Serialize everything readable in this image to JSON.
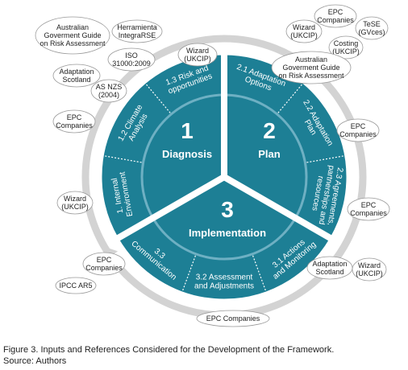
{
  "colors": {
    "fill": "#1d7f95",
    "ring": "#d3d3d3",
    "inner_circle": "#6eb0c3",
    "text": "#ffffff",
    "bubble_stroke": "#999999",
    "bubble_text": "#222222"
  },
  "phases": [
    {
      "number": "1",
      "label": "Diagnosis"
    },
    {
      "number": "2",
      "label": "Plan"
    },
    {
      "number": "3",
      "label": "Implementation"
    }
  ],
  "steps": {
    "s13": [
      "1.3 Risk and",
      "opportunities"
    ],
    "s12": [
      "1.2 Climate",
      "Analysis"
    ],
    "s11": [
      "1. Internal",
      "Environment"
    ],
    "s21": [
      "2.1 Adaptation",
      "Options"
    ],
    "s22": [
      "2.2 Adaptation",
      "Plan"
    ],
    "s23": [
      "2.3 Agreements,",
      "partnerships and",
      "resources"
    ],
    "s31": [
      "3.1 Actions",
      "and Monitoring"
    ],
    "s32": [
      "3.2 Assessment",
      "and Adjustments"
    ],
    "s33": [
      "3.3",
      "Communication"
    ]
  },
  "references": {
    "r_aus_left": [
      "Australian",
      "Goverment Guide",
      "on Risk Assessment"
    ],
    "r_herramienta": [
      "Herramienta",
      "IntegraRSE"
    ],
    "r_iso": [
      "ISO",
      "31000:2009"
    ],
    "r_adapt_scot_top": [
      "Adaptation",
      "Scotland"
    ],
    "r_asnzs": [
      "AS NZS",
      "(2004)"
    ],
    "r_epc_left_top": [
      "EPC",
      "Companies"
    ],
    "r_wizard_top": [
      "Wizard",
      "(UKCIP)"
    ],
    "r_wizard_tr": [
      "Wizard",
      "(UKCIP)"
    ],
    "r_epc_tr": [
      "EPC",
      "Companies"
    ],
    "r_tese": [
      "TeSE",
      "(GVces)"
    ],
    "r_costing": [
      "Costing",
      "(UKCIP)"
    ],
    "r_aus_right": [
      "Australian",
      "Goverment Guide",
      "on Risk Assessment"
    ],
    "r_epc_right1": [
      "EPC",
      "Companies"
    ],
    "r_epc_right2": [
      "EPC",
      "Companies"
    ],
    "r_wizard_left": [
      "Wizard",
      "(UKCIP)"
    ],
    "r_epc_left_bot": [
      "EPC",
      "Companies"
    ],
    "r_ipcc": [
      "IPCC AR5"
    ],
    "r_adapt_scot_bot": [
      "Adaptation",
      "Scotland"
    ],
    "r_wizard_br": [
      "Wizard",
      "(UKCIP)"
    ],
    "r_epc_bottom": [
      "EPC Companies"
    ]
  },
  "caption": {
    "line1": "Figure 3. Inputs and References Considered for the Development of the Framework.",
    "line2": "Source: Authors"
  }
}
